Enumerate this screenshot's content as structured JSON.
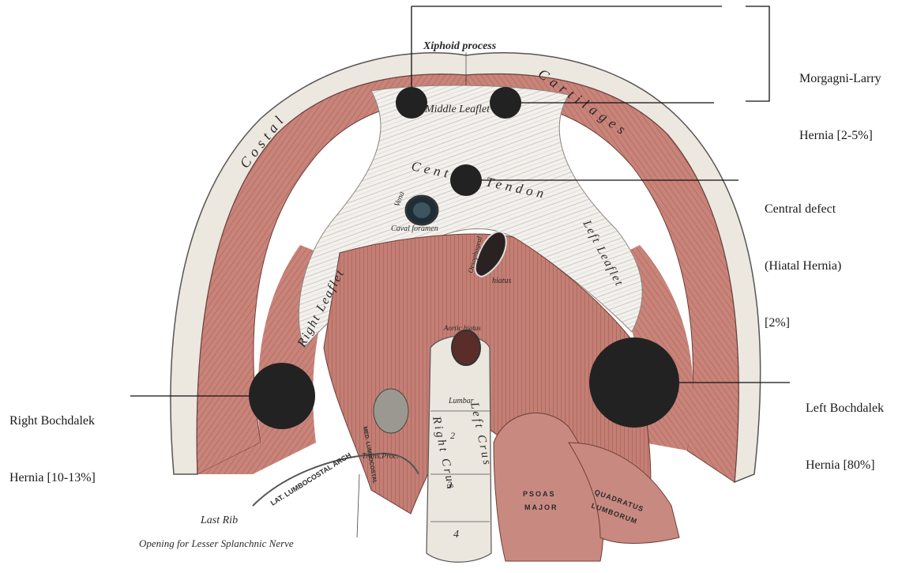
{
  "labels": {
    "xiphoid": "Xiphoid process",
    "costal_left": "Costal",
    "costal_right": "Cartilages",
    "middle_leaflet": "Middle Leaflet",
    "central_tendon": "Central Tendon",
    "vena_caval": "Vena",
    "vena_caval_2": "Caval foramen",
    "oesophageal": "Oesophageal",
    "hiatus": "hiatus",
    "right_leaflet": "Right Leaflet",
    "left_leaflet": "Left Leaflet",
    "aortic_hiatus": "Aortic hiatus",
    "lumbar": "Lumbar",
    "right_crus": "Right Crus",
    "left_crus": "Left Crus",
    "trans_proc": "Trans.Proc.",
    "med_arch": "MED. LUMBOCOSTAL",
    "lat_arch": "LAT. LUMBOCOSTAL ARCH",
    "psoas": "PSOAS",
    "major": "MAJOR",
    "quadratus": "QUADRATUS",
    "lumborum": "LUMBORUM",
    "last_rib": "Last Rib",
    "lesser_splanchnic": "Opening for Lesser Splanchnic Nerve",
    "vertebra_2": "2",
    "vertebra_3": "3",
    "vertebra_4": "4"
  },
  "annotations": {
    "morgagni_line1": "Morgagni-Larry",
    "morgagni_line2": "Hernia [2-5%]",
    "central_line1": "Central defect",
    "central_line2": "(Hiatal Hernia)",
    "central_line3": "[2%]",
    "right_bochdalek_line1": "Right Bochdalek",
    "right_bochdalek_line2": "Hernia [10-13%]",
    "left_bochdalek_line1": "Left Bochdalek",
    "left_bochdalek_line2": "Hernia [80%]"
  },
  "colors": {
    "muscle": "#c9847a",
    "muscle_dark": "#a9605a",
    "tendon": "#f2efea",
    "cartilage": "#ece7df",
    "marker": "#222222"
  }
}
